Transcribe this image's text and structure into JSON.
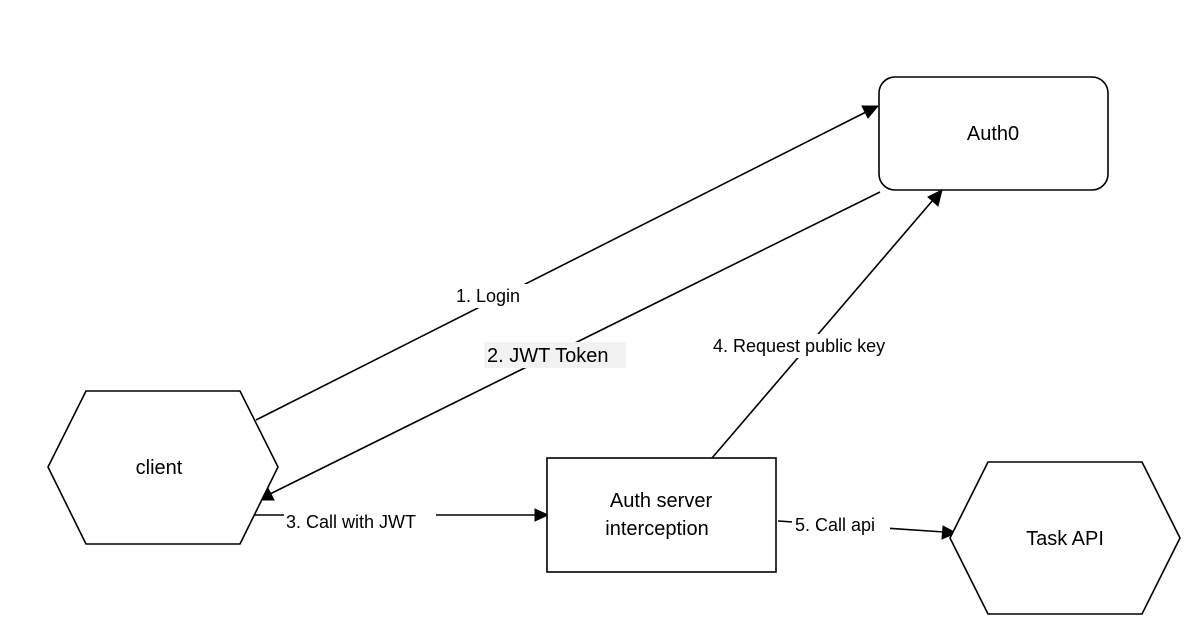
{
  "nodes": {
    "auth0": {
      "label": "Auth0"
    },
    "client": {
      "label": "client"
    },
    "auth_server": {
      "label_line1": "Auth server",
      "label_line2": "interception"
    },
    "task_api": {
      "label": "Task API"
    }
  },
  "edges": {
    "login": {
      "label": "1. Login"
    },
    "jwt_token": {
      "label": "2. JWT Token"
    },
    "call_with_jwt": {
      "label": "3. Call with JWT"
    },
    "request_public_key": {
      "label": "4. Request public key"
    },
    "call_api": {
      "label": "5. Call api"
    }
  }
}
